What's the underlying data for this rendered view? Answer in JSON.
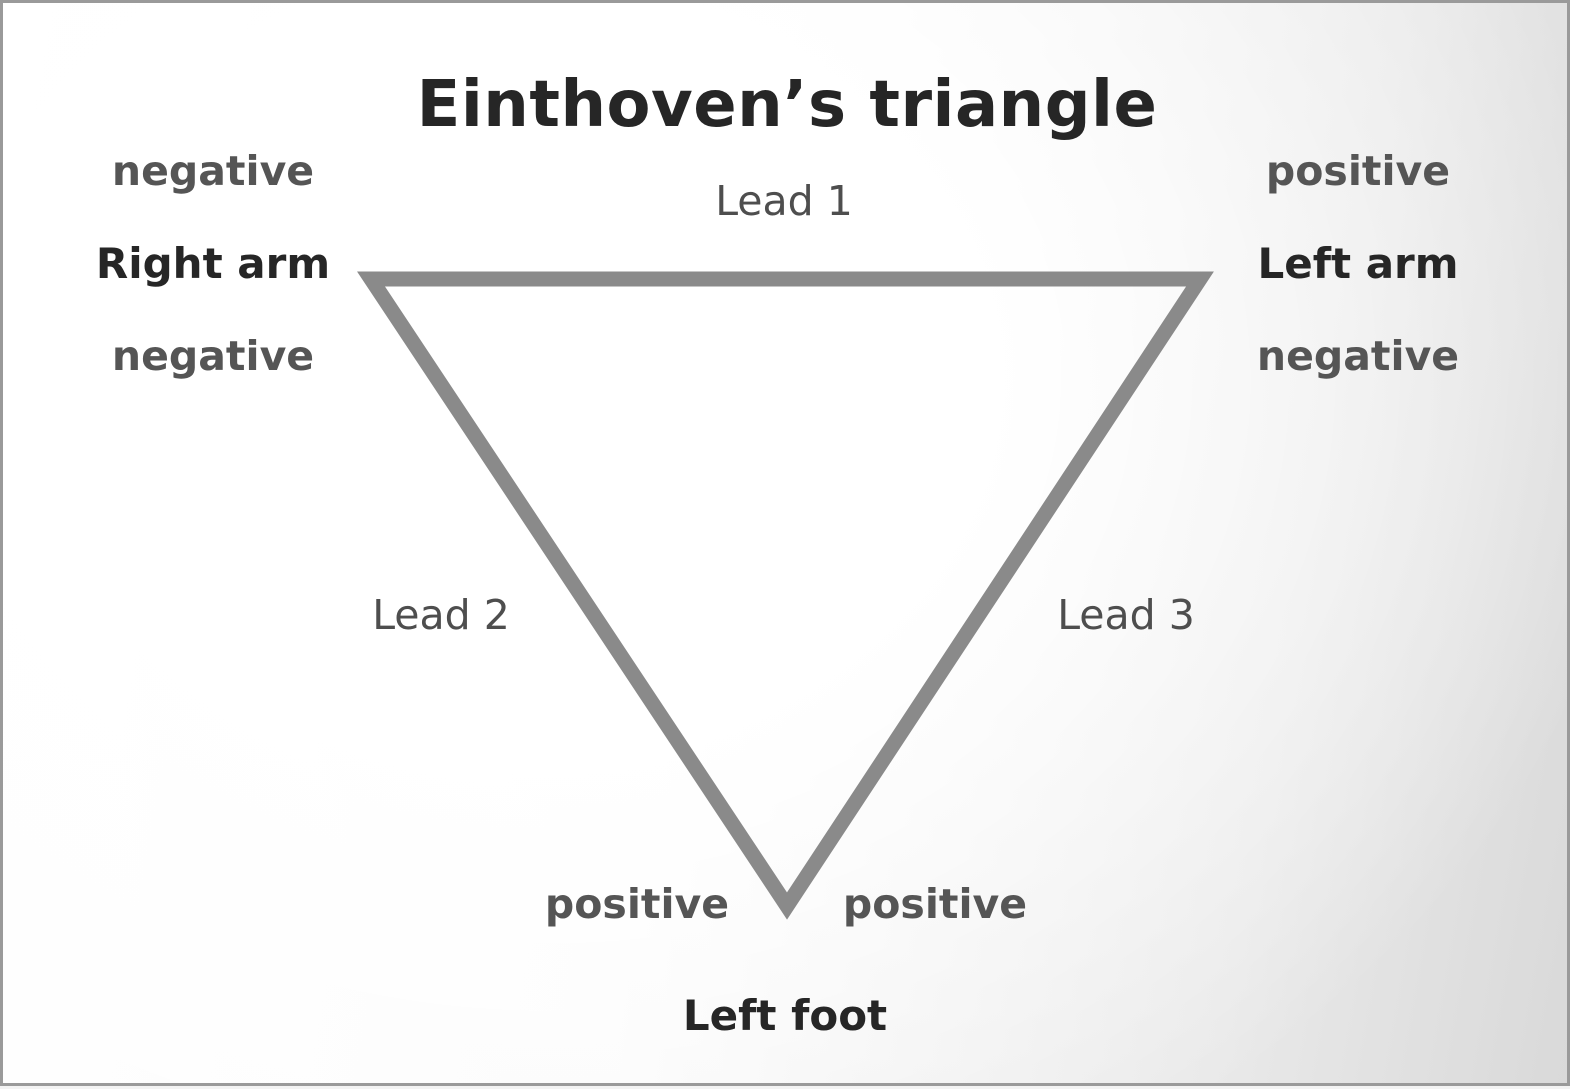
{
  "title": "Einthoven’s triangle",
  "leads": {
    "lead1": "Lead 1",
    "lead2": "Lead 2",
    "lead3": "Lead 3"
  },
  "limbs": {
    "right_arm": "Right arm",
    "left_arm": "Left arm",
    "left_foot": "Left foot"
  },
  "polarity": {
    "right_arm_top": "negative",
    "right_arm_bottom": "negative",
    "left_arm_top": "positive",
    "left_arm_bottom": "negative",
    "left_foot_left": "positive",
    "left_foot_right": "positive"
  },
  "colors": {
    "triangle_stroke": "#8a8a8a",
    "title_text": "#262626"
  }
}
